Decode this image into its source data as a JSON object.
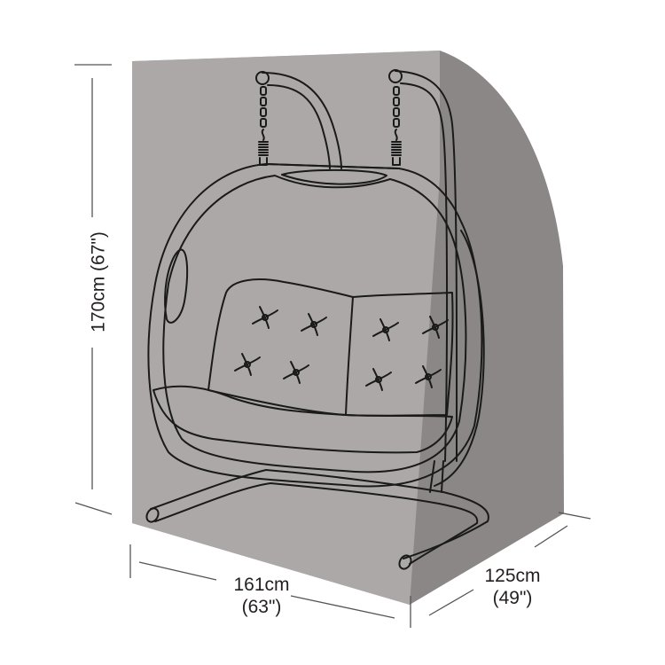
{
  "product": {
    "description": "Double hanging egg chair cover dimension diagram",
    "colors": {
      "front_face": "#aca8a7",
      "side_face": "#8b8786",
      "outline": "#1a1a1a",
      "dimension_line": "#555555",
      "label_text": "#231f20",
      "background": "#ffffff"
    }
  },
  "dimensions": {
    "height": {
      "metric": "170cm",
      "imperial": "(67\")",
      "label": "170cm (67\")"
    },
    "width": {
      "metric": "161cm",
      "imperial": "(63\")"
    },
    "depth": {
      "metric": "125cm",
      "imperial": "(49\")"
    }
  }
}
